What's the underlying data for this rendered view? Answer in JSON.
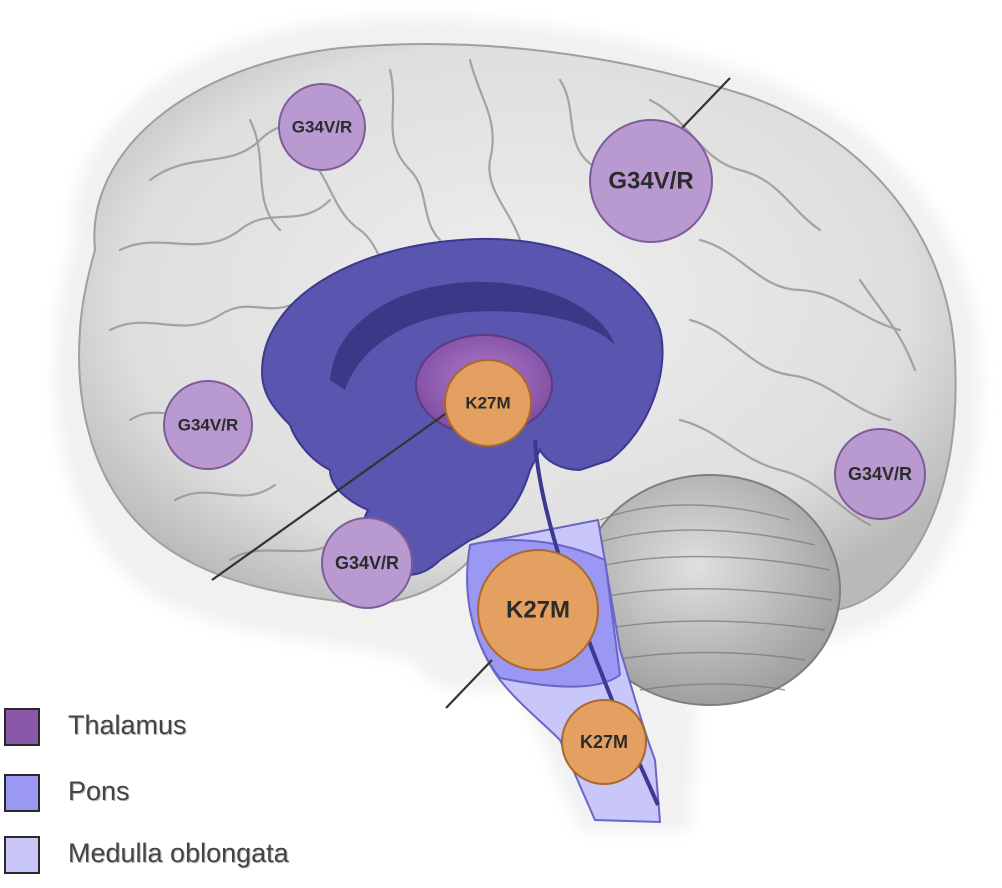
{
  "colors": {
    "thalamus": "#8a58a8",
    "pons": "#9b98f4",
    "medulla": "#c9c7fa",
    "midline_structures": "#5a56b0",
    "g34_marker": "#b99ad0",
    "k27_marker": "#e4a060",
    "cerebrum": "#e2e2e2",
    "cerebellum": "#c8c8c8"
  },
  "markers": {
    "g34_frontal_top": "G34V/R",
    "g34_parietal": "G34V/R",
    "g34_frontal_lower": "G34V/R",
    "g34_occipital": "G34V/R",
    "g34_temporal": "G34V/R",
    "k27_thalamus": "K27M",
    "k27_pons": "K27M",
    "k27_medulla": "K27M"
  },
  "legend": {
    "items": [
      {
        "label": "Thalamus",
        "color": "#8a58a8"
      },
      {
        "label": "Pons",
        "color": "#9b98f4"
      },
      {
        "label": "Medulla oblongata",
        "color": "#c9c7fa"
      }
    ]
  }
}
